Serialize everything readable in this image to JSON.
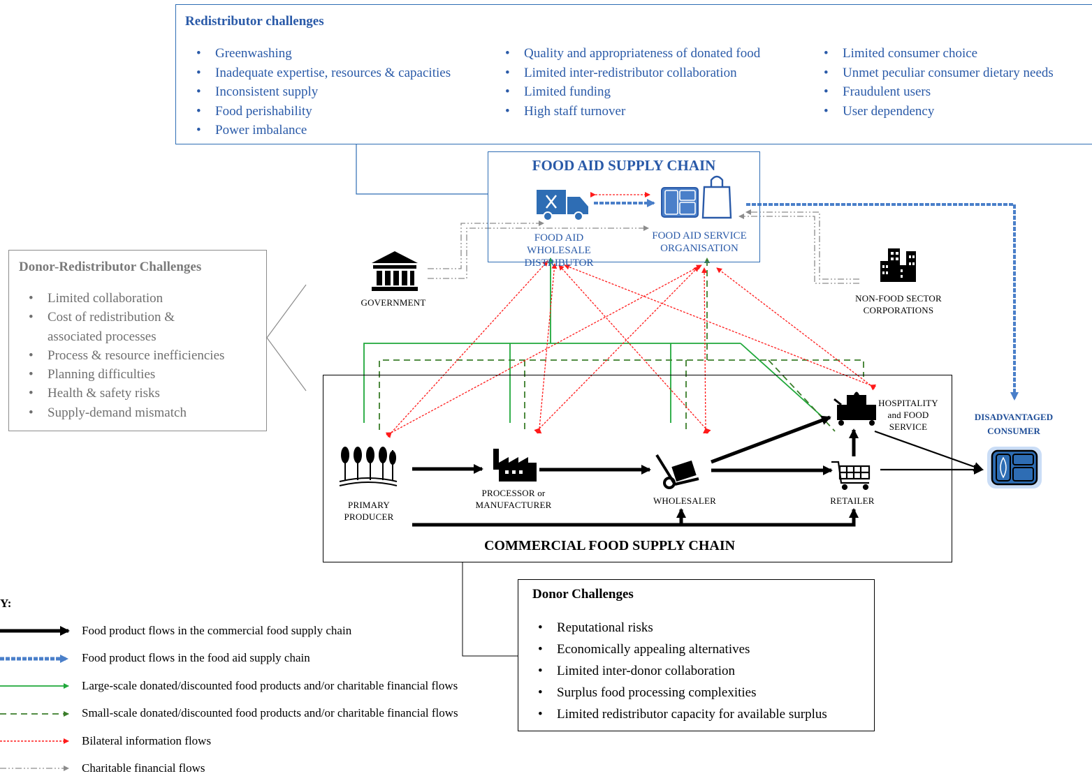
{
  "redistributor_challenges": {
    "title": "Redistributor challenges",
    "column_1": [
      "Greenwashing",
      "Inadequate expertise, resources & capacities",
      "Inconsistent supply",
      "Food perishability",
      "Power imbalance"
    ],
    "column_2": [
      "Quality and appropriateness of donated food",
      "Limited inter-redistributor collaboration",
      "Limited funding",
      "High staff turnover"
    ],
    "column_3": [
      "Limited consumer choice",
      "Unmet peculiar consumer dietary needs",
      "Fraudulent users",
      "User dependency"
    ]
  },
  "food_aid_supply_chain": {
    "title": "FOOD AID SUPPLY CHAIN",
    "wholesale_distributor": "FOOD AID WHOLESALE DISTRIBUTOR",
    "service_organisation": "FOOD AID SERVICE ORGANISATION"
  },
  "donor_redistributor_challenges": {
    "title": "Donor-Redistributor Challenges",
    "items": [
      "Limited collaboration",
      "Cost of redistribution & associated processes",
      "Process & resource inefficiencies",
      "Planning difficulties",
      "Health & safety risks",
      "Supply-demand mismatch"
    ]
  },
  "actors": {
    "government": "GOVERNMENT",
    "non_food_corporations": "NON-FOOD SECTOR CORPORATIONS",
    "primary_producer": "PRIMARY PRODUCER",
    "processor": "PROCESSOR or MANUFACTURER",
    "wholesaler": "WHOLESALER",
    "retailer": "RETAILER",
    "hospitality": "HOSPITALITY and FOOD SERVICE",
    "disadvantaged_consumer": "DISADVANTAGED CONSUMER"
  },
  "commercial_food_supply_chain": {
    "title": "COMMERCIAL FOOD SUPPLY CHAIN"
  },
  "donor_challenges": {
    "title": "Donor Challenges",
    "items": [
      "Reputational risks",
      "Economically appealing alternatives",
      "Limited inter-donor collaboration",
      "Surplus food processing complexities",
      "Limited redistributor capacity for available surplus"
    ]
  },
  "key": {
    "title": "Y:",
    "items": [
      {
        "style": "thick-black",
        "label": "Food product flows in the commercial food supply chain"
      },
      {
        "style": "blue-textured",
        "label": "Food product flows in the food aid supply chain"
      },
      {
        "style": "green-solid",
        "label": "Large-scale donated/discounted food products and/or charitable financial flows"
      },
      {
        "style": "green-dashed",
        "label": "Small-scale donated/discounted food products and/or charitable financial flows"
      },
      {
        "style": "red-dotted",
        "label": "Bilateral information flows"
      },
      {
        "style": "grey-dash-dot",
        "label": "Charitable financial flows"
      }
    ]
  },
  "colors": {
    "blue": "#2e6db4",
    "blue_text": "#2a5aa8",
    "green": "#1fa83a",
    "dashed_green": "#3a7d2a",
    "red": "#ff1a1a",
    "grey": "#8c8c8c",
    "black": "#000000"
  }
}
